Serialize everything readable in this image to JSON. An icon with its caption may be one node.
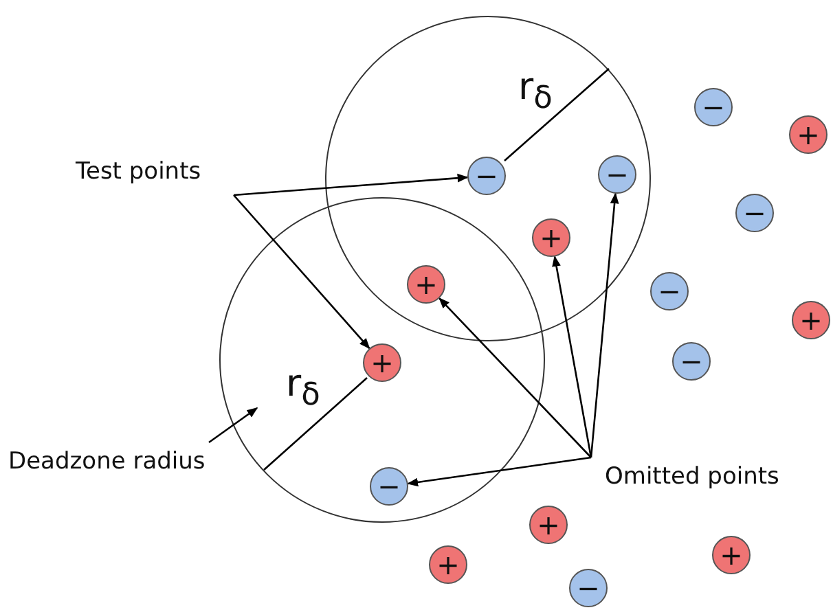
{
  "diagram": {
    "nodes": [
      {
        "text": [
          "Test points"
        ]
      },
      {
        "text": [
          "Deadzone radius"
        ]
      },
      {
        "text": [
          "Omitted points"
        ]
      },
      {
        "text": [
          "−"
        ]
      },
      {
        "text": [
          "+"
        ]
      },
      {
        "text": [
          "−"
        ]
      },
      {
        "text": [
          "−"
        ]
      },
      {
        "text": [
          "−"
        ]
      },
      {
        "text": [
          "+"
        ]
      },
      {
        "text": [
          "+"
        ]
      },
      {
        "text": [
          "−"
        ]
      },
      {
        "text": [
          "+"
        ]
      },
      {
        "text": [
          "−"
        ]
      },
      {
        "text": [
          "+"
        ]
      },
      {
        "text": [
          "−"
        ]
      },
      {
        "text": [
          "+"
        ]
      },
      {
        "text": [
          "+"
        ]
      },
      {
        "text": [
          "+"
        ]
      },
      {
        "text": [
          "−"
        ]
      }
    ],
    "edges": [
      {
        "from": 0,
        "to": 6,
        "arrow": "to"
      },
      {
        "from": 0,
        "to": 13,
        "arrow": "to"
      },
      {
        "from": 1,
        "to": null,
        "arrow": "to"
      },
      {
        "from": 2,
        "to": 5,
        "arrow": "to"
      },
      {
        "from": 2,
        "to": 8,
        "arrow": "to"
      },
      {
        "from": 2,
        "to": 9,
        "arrow": "to"
      },
      {
        "from": 2,
        "to": 14,
        "arrow": "to"
      }
    ],
    "labels": [
      "r$_{δ}$",
      "r$_{δ}$"
    ]
  }
}
